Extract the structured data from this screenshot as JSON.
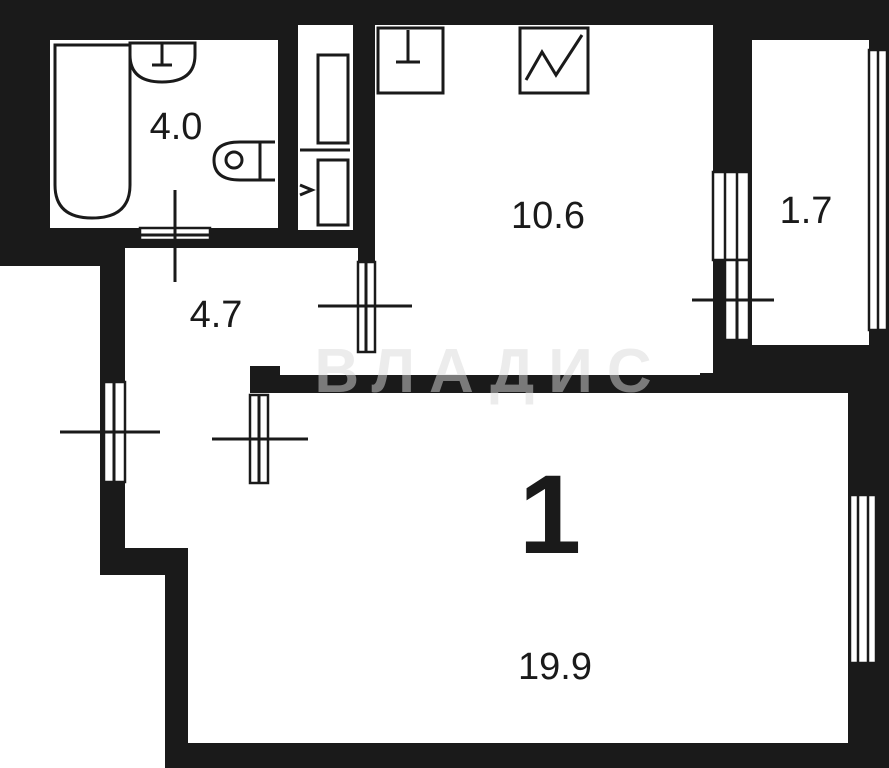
{
  "plan": {
    "rooms": [
      {
        "key": "bathroom",
        "area": "4.0"
      },
      {
        "key": "hallway",
        "area": "4.7"
      },
      {
        "key": "kitchen",
        "area": "10.6"
      },
      {
        "key": "loggia",
        "area": "1.7"
      },
      {
        "key": "living_room",
        "area": "19.9"
      }
    ],
    "room_count": "1",
    "watermark": "ВЛАДИС"
  },
  "colors": {
    "wall": "#1a1a1a",
    "floor": "#ffffff",
    "watermark": "#d9d9d9"
  }
}
